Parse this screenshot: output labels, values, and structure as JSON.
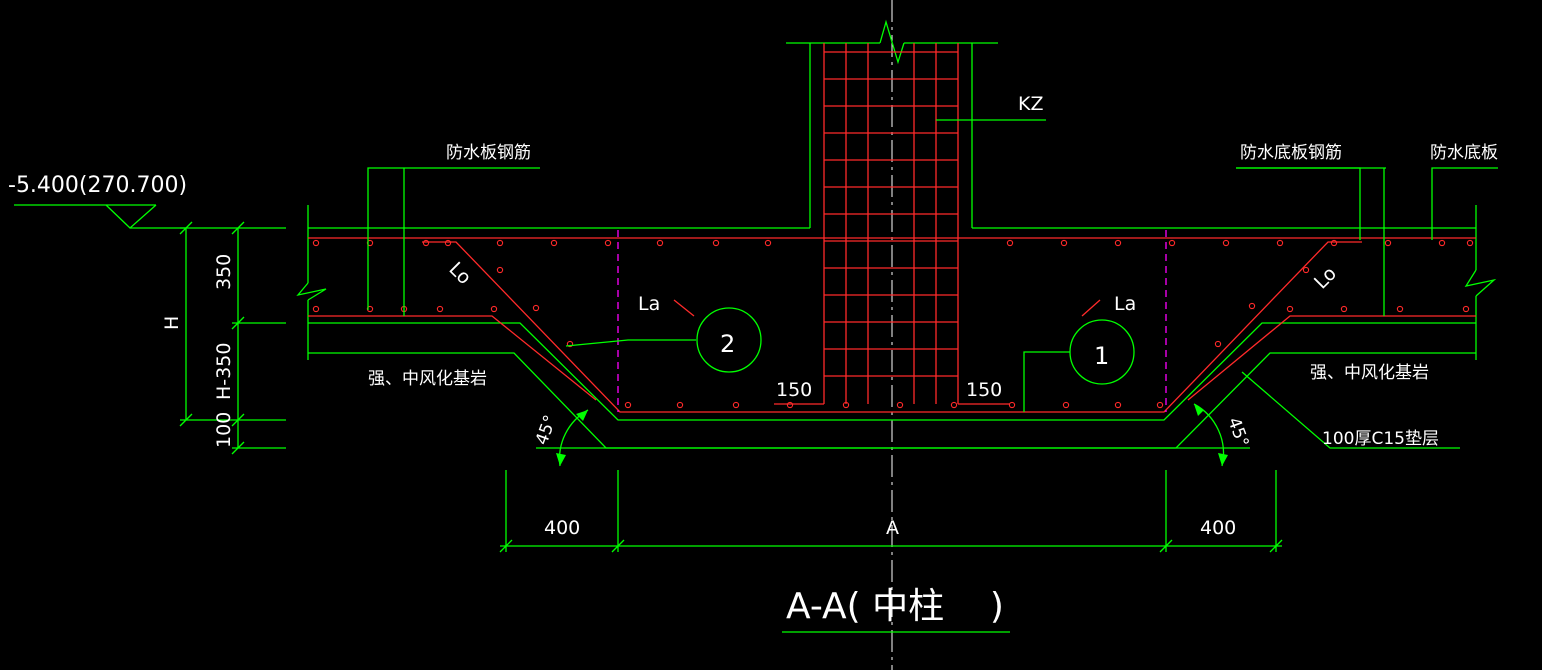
{
  "labels": {
    "elevation": "-5.400(270.700)",
    "waterproof_slab_rebar_left": "防水板钢筋",
    "kz": "KZ",
    "waterproof_bottom_slab_rebar": "防水底板钢筋",
    "waterproof_bottom_slab": "防水底板",
    "dim_350": "350",
    "dim_h": "H",
    "dim_h350": "H-350",
    "dim_100": "100",
    "la_left": "La",
    "la_right": "La",
    "lo_left": "Lo",
    "lo_right": "Lo",
    "bubble_2": "2",
    "bubble_1": "1",
    "rock_left": "强、中风化基岩",
    "rock_right": "强、中风化基岩",
    "dim_150_left": "150",
    "dim_150_right": "150",
    "angle_left": "45°",
    "angle_right": "45°",
    "cushion": "100厚C15垫层",
    "dim_400_left": "400",
    "dim_a": "A",
    "dim_400_right": "400",
    "title": "A-A( 中柱    )"
  },
  "colors": {
    "outline": "#00ff00",
    "rebar": "#ff2a2a",
    "text": "#ffffff",
    "hidden_line": "#ff00ff",
    "background": "#000000"
  }
}
